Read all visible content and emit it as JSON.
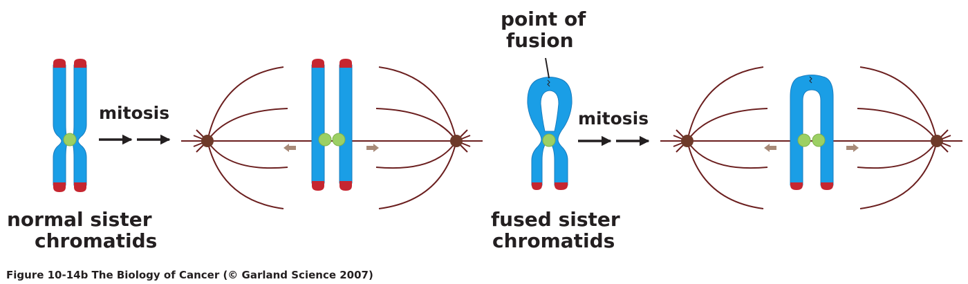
{
  "labels": {
    "normal": [
      "normal sister",
      "chromatids"
    ],
    "fused": [
      "fused sister",
      "chromatids"
    ],
    "fusion_point": [
      "point of",
      "fusion"
    ],
    "mitosis_left": "mitosis",
    "mitosis_right": "mitosis"
  },
  "caption": "Figure 10-14b  The Biology of Cancer (© Garland Science 2007)",
  "colors": {
    "chromatid": "#1a9ee6",
    "chromatid_outline": "#1a7dbf",
    "telomere": "#c62630",
    "centromere": "#9cd064",
    "spindle": "#6b1f1f",
    "centrosome": "#6e3a2a",
    "direction_arrow": "#a88a78",
    "arrow": "#231f20"
  },
  "icons": {
    "process_arrow": "right-arrow",
    "pull_arrow": "small-arrow"
  }
}
